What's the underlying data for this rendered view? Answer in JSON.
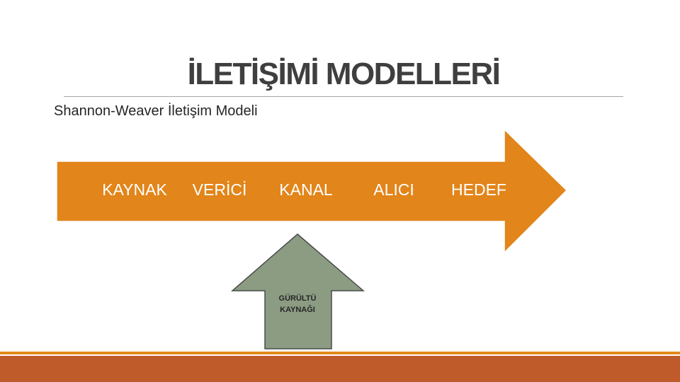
{
  "title": "İLETİŞİMİ MODELLERİ",
  "subtitle": "Shannon-Weaver İletişim Modeli",
  "stages": [
    "KAYNAK",
    "VERİCİ",
    "KANAL",
    "ALICI",
    "HEDEF"
  ],
  "noise_source": "GÜRÜLTÜ\nKAYNAĞI",
  "colors": {
    "main_arrow": "#e2851a",
    "noise_arrow": "#8c9c83",
    "noise_arrow_border": "#4b4b4b",
    "footer_band": "#bf5a2a",
    "footer_line": "#e2891a"
  }
}
